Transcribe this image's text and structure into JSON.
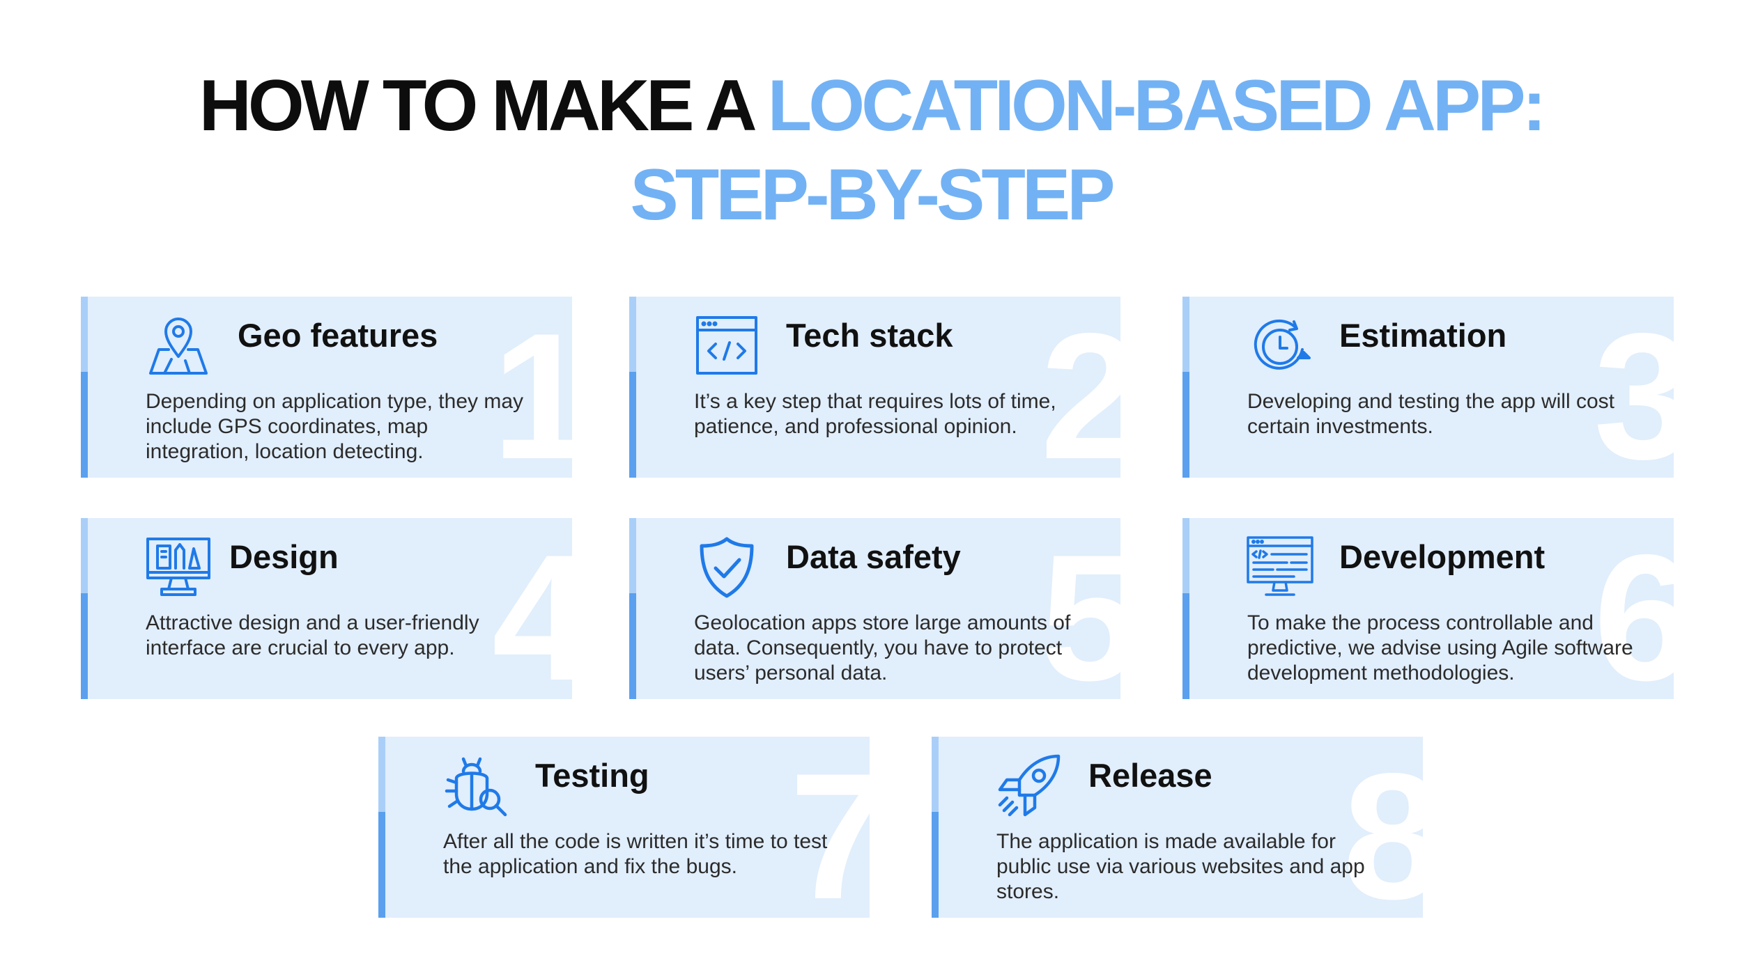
{
  "title": {
    "part1": "HOW TO MAKE A ",
    "part2": "LOCATION-BASED APP:",
    "part3": "STEP-BY-STEP"
  },
  "colors": {
    "accent": "#72b2f4",
    "icon": "#1f7ae8",
    "card_bg": "#e1eefc",
    "bar_dark": "#5aa0ee",
    "bar_light": "#a9cff8"
  },
  "steps": [
    {
      "number": "1",
      "title": "Geo features",
      "icon": "map-pin-icon",
      "description": "Depending on application type, they may include GPS coordinates, map integration, location detecting."
    },
    {
      "number": "2",
      "title": "Tech stack",
      "icon": "code-window-icon",
      "description": "It’s a key step that requires lots of time, patience, and professional opinion."
    },
    {
      "number": "3",
      "title": "Estimation",
      "icon": "clock-refresh-icon",
      "description": "Developing and testing the app will cost certain investments."
    },
    {
      "number": "4",
      "title": "Design",
      "icon": "design-monitor-icon",
      "description": "Attractive design and a user-friendly interface are crucial to every app."
    },
    {
      "number": "5",
      "title": "Data safety",
      "icon": "shield-check-icon",
      "description": "Geolocation apps store large amounts of data. Consequently, you have to protect users’ personal data."
    },
    {
      "number": "6",
      "title": "Development",
      "icon": "code-monitor-icon",
      "description": " To make the process controllable and predictive, we advise using Agile software development methodologies."
    },
    {
      "number": "7",
      "title": "Testing",
      "icon": "bug-search-icon",
      "description": "After all the code is written it’s time to test the application and fix the bugs."
    },
    {
      "number": "8",
      "title": "Release",
      "icon": "rocket-icon",
      "description": "The application is made available for public use via various websites and app stores."
    }
  ]
}
